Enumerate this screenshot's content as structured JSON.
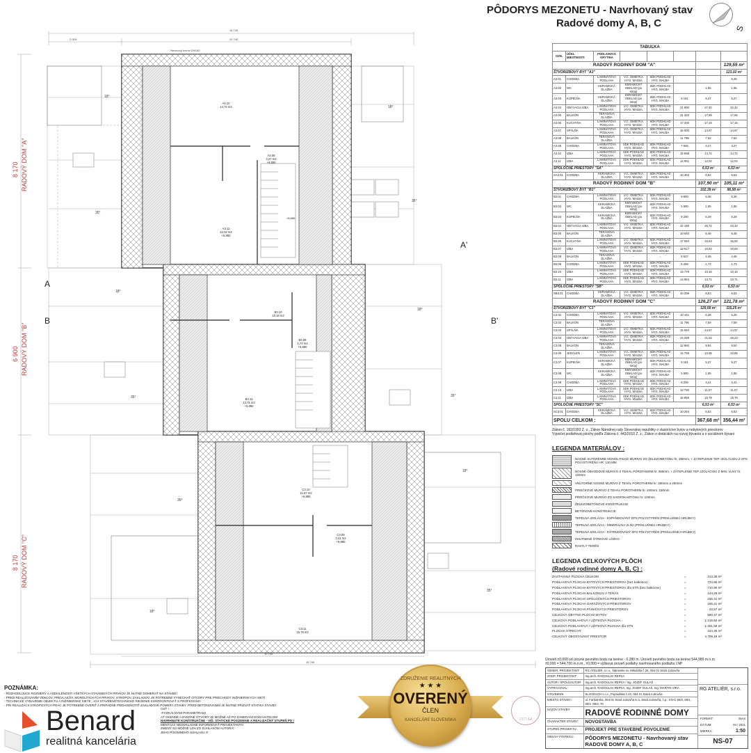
{
  "header": {
    "title_line1": "PÔDORYS MEZONETU - Navrhovaný stav",
    "title_line2": "Radové domy A, B, C",
    "north_label": "S"
  },
  "seal": {
    "top_text": "ZDRUŽENIE REALITNÝCH",
    "main": "OVERENÝ",
    "sub": "ČLEN",
    "bottom_text": "KANCELÁRIÍ SLOVENSKA",
    "stars": "★ ★ ★"
  },
  "plan": {
    "chimney_label": "Nerezový komín DN180",
    "dims": {
      "top_total": "14 740",
      "top_inner": "10 740",
      "top_left": "2 000",
      "bottom_total": "15 740",
      "bottom_inner": "10 740"
    },
    "houses": [
      {
        "dim": "8 170",
        "label": "RADOVÝ DOM \"A\""
      },
      {
        "dim": "6 900",
        "label": "RADOVÝ DOM \"B\""
      },
      {
        "dim": "8 170",
        "label": "RADOVÝ DOM \"C\""
      }
    ],
    "sections": {
      "a": "A",
      "a2": "A'",
      "b": "B",
      "b2": "B'"
    },
    "slopes": {
      "s18": "18°",
      "s35": "35°"
    },
    "rooms": [
      {
        "id": "A3.10",
        "area": "14,72 m2",
        "level": ""
      },
      {
        "id": "A3.09",
        "area": "3,27 m2",
        "level": "+6,880"
      },
      {
        "id": "A3.11",
        "area": "12,02 m2",
        "level": "+6,880"
      },
      {
        "id": "B3.10",
        "area": "10,16 m2",
        "level": ""
      },
      {
        "id": "B3.09",
        "area": "1,73 m2",
        "level": "+6,880"
      },
      {
        "id": "B3.11",
        "area": "13,71 m2",
        "level": "+6,880"
      },
      {
        "id": "C3.10",
        "area": "11,07 m2",
        "level": "+6,880"
      },
      {
        "id": "C3.09",
        "area": "3,41 m2",
        "level": "+6,880"
      },
      {
        "id": "C3.11",
        "area": "15,79 m2",
        "level": ""
      }
    ],
    "stair_level": "+5,900"
  },
  "table": {
    "caption": "TABUĽKA",
    "headers": [
      "OZN.",
      "ÚČEL MIESTNOSTI",
      "PODLAHOVÁ KRYTINA",
      "",
      "",
      "",
      "",
      ""
    ],
    "groups": [
      {
        "house": "RADOVÝ RODINNÝ DOM \"A\"",
        "house_a": "",
        "house_b": "129,55 m²",
        "flat": "ŠTVORIZBOVÝ BYT \"A3\"",
        "flat_a": "",
        "flat_b": "123,02 m²",
        "rows": [
          [
            "A3.01",
            "CHODBA",
            "LAMINÁTOVÁ PODLAHA",
            "V.C. OMIETKA HYG. MAĽBA",
            "SDK PODHĽAD HYG. MAĽBA",
            "",
            "",
            "6,28"
          ],
          [
            "A3.02",
            "WC",
            "KERAMICKÁ DLAŽBA",
            "KERAMICKÝ OBKLAD (po strop)",
            "SDK PODHĽAD HYG. MAĽBA",
            "",
            "1,95",
            "1,95"
          ],
          [
            "A3.03",
            "KÚPEĽŇA",
            "KERAMICKÁ DLAŽBA",
            "KERAMICKÝ OBKLAD (po strop)",
            "SDK PODHĽAD HYG. MAĽBA",
            "9 181",
            "5,27",
            "5,27"
          ],
          [
            "A3.04",
            "OBÝVACIA IZBA",
            "LAMINÁTOVÁ PODLAHA",
            "V.C. OMIETKA HYG. MAĽBA",
            "SDK PODHĽAD HYG. MAĽBA",
            "21 990",
            "27,40",
            "22,42"
          ],
          [
            "A3.05",
            "BALKÓN",
            "TERASOVÁ DLAŽBA",
            "-",
            "-",
            "21 320",
            "17,65",
            "17,65"
          ],
          [
            "A3.06",
            "KUCHYŇA",
            "LAMINÁTOVÁ PODLAHA",
            "V.C. OMIETKA HYG. MAĽBA",
            "SDK PODHĽAD HYG. MAĽBA",
            "17 200",
            "17,15",
            "17,15"
          ],
          [
            "A3.07",
            "SPÁLŇA",
            "LAMINÁTOVÁ PODLAHA",
            "V.C. OMIETKA HYG. MAĽBA",
            "SDK PODHĽAD HYG. MAĽBA",
            "16 000",
            "14,67",
            "14,67"
          ],
          [
            "A3.08",
            "BALKÓN",
            "TERASOVÁ DLAŽBA",
            "-",
            "-",
            "11 798",
            "7,62",
            "7,62"
          ],
          [
            "A3.09",
            "CHODBA",
            "LAMINÁTOVÁ PODLAHA",
            "SDK PODHĽAD HYG. MAĽBA",
            "SDK PODHĽAD HYG. MAĽBA",
            "7 848",
            "3,27",
            "3,27"
          ],
          [
            "A3.10",
            "IZBA",
            "LAMINÁTOVÁ PODLAHA",
            "SDK PODHĽAD HYG. MAĽBA",
            "SDK PODHĽAD HYG. MAĽBA",
            "15 698",
            "14,72",
            "14,72"
          ],
          [
            "A3.11",
            "IZBA",
            "LAMINÁTOVÁ PODLAHA",
            "SDK PODHĽAD HYG. MAĽBA",
            "SDK PODHĽAD HYG. MAĽBA",
            "14 951",
            "12,02",
            "12,02"
          ]
        ],
        "common": "SPOLOČNÉ PRIESTORY \"SA\"",
        "common_a": "6,53 m²",
        "common_b": "6,53 m²",
        "common_row": [
          "SA3.01",
          "CHODBA",
          "KERAMICKÁ DLAŽBA",
          "V.C. OMIETKA HYG. MAĽBA",
          "SDK PODHĽAD HYG. MAĽBA",
          "10 363",
          "6,53",
          "6,53"
        ]
      },
      {
        "house": "RADOVÝ RODINNÝ DOM \"B\"",
        "house_a": "107,90 m²",
        "house_b": "105,11 m²",
        "flat": "ŠTVORIZBOVÝ BYT \"B3\"",
        "flat_a": "102,39 m²",
        "flat_b": "98,58 m²",
        "rows": [
          [
            "B3.01",
            "CHODBA",
            "LAMINÁTOVÁ PODLAHA",
            "V.C. OMIETKA HYG. MAĽBA",
            "SDK PODHĽAD HYG. MAĽBA",
            "9 800",
            "5,36",
            "5,36"
          ],
          [
            "B3.02",
            "WC",
            "KERAMICKÁ DLAŽBA",
            "KERAMICKÝ OBKLAD (po strop)",
            "SDK PODHĽAD HYG. MAĽBA",
            "5 900",
            "1,95",
            "1,95"
          ],
          [
            "B3.03",
            "KÚPEĽŇA",
            "KERAMICKÁ DLAŽBA",
            "KERAMICKÝ OBKLAD (po strop)",
            "SDK PODHĽAD HYG. MAĽBA",
            "9 200",
            "5,29",
            "5,29"
          ],
          [
            "B3.04",
            "OBÝVACIA IZBA",
            "LAMINÁTOVÁ PODLAHA",
            "V.C. OMIETKA HYG. MAĽBA",
            "SDK PODHĽAD HYG. MAĽBA",
            "22 180",
            "26,72",
            "23,10"
          ],
          [
            "B3.05",
            "BALKÓN",
            "TERASOVÁ DLAŽBA",
            "-",
            "-",
            "10 640",
            "6,46",
            "6,46"
          ],
          [
            "B3.06",
            "KUCHYŇA",
            "LAMINÁTOVÁ PODLAHA",
            "V.C. OMIETKA HYG. MAĽBA",
            "SDK PODHĽAD HYG. MAĽBA",
            "17 940",
            "15,53",
            "15,53"
          ],
          [
            "B3.07",
            "IZBA",
            "LAMINÁTOVÁ PODLAHA",
            "V.C. OMIETKA HYG. MAĽBA",
            "SDK PODHĽAD HYG. MAĽBA",
            "13 917",
            "10,83",
            "10,83"
          ],
          [
            "B3.08",
            "BALKÓN",
            "TERASOVÁ DLAŽBA",
            "-",
            "-",
            "8 627",
            "4,46",
            "4,46"
          ],
          [
            "B3.09",
            "CHODBA",
            "LAMINÁTOVÁ PODLAHA",
            "SDK PODHĽAD HYG. MAĽBA",
            "SDK PODHĽAD HYG. MAĽBA",
            "5 269",
            "1,73",
            "1,73"
          ],
          [
            "B3.10",
            "IZBA",
            "LAMINÁTOVÁ PODLAHA",
            "SDK PODHĽAD HYG. MAĽBA",
            "SDK PODHĽAD HYG. MAĽBA",
            "13 779",
            "10,16",
            "10,16"
          ],
          [
            "B3.11",
            "IZBA",
            "LAMINÁTOVÁ PODLAHA",
            "SDK PODHĽAD HYG. MAĽBA",
            "SDK PODHĽAD HYG. MAĽBA",
            "14 964",
            "13,71",
            "13,71"
          ]
        ],
        "common": "SPOLOČNÉ PRIESTORY \"SB\"",
        "common_a": "6,53 m²",
        "common_b": "6,53 m²",
        "common_row": [
          "SB3.01",
          "CHODBA",
          "KERAMICKÁ DLAŽBA",
          "V.C. OMIETKA HYG. MAĽBA",
          "SDK PODHĽAD HYG. MAĽBA",
          "10 259",
          "6,53",
          "6,53"
        ]
      },
      {
        "house": "RADOVÝ RODINNÝ DOM \"C\"",
        "house_a": "126,27 m²",
        "house_b": "121,78 m²",
        "flat": "ŠTVORIZBOVÝ BYT \"C3\"",
        "flat_a": "120,56 m²",
        "flat_b": "115,25 m²",
        "rows": [
          [
            "C3.01",
            "CHODBA",
            "LAMINÁTOVÁ PODLAHA",
            "V.C. OMIETKA HYG. MAĽBA",
            "SDK PODHĽAD HYG. MAĽBA",
            "10 441",
            "6,28",
            "6,28"
          ],
          [
            "C3.02",
            "BALKÓN",
            "TERASOVÁ DLAŽBA",
            "-",
            "-",
            "11 796",
            "7,59",
            "7,59"
          ],
          [
            "C3.03",
            "SPÁLŇA",
            "LAMINÁTOVÁ PODLAHA",
            "V.C. OMIETKA HYG. MAĽBA",
            "SDK PODHĽAD HYG. MAĽBA",
            "15 940",
            "14,57",
            "14,57"
          ],
          [
            "C3.04",
            "OBÝVACIA IZBA",
            "LAMINÁTOVÁ PODLAHA",
            "V.C. OMIETKA HYG. MAĽBA",
            "SDK PODHĽAD HYG. MAĽBA",
            "24 299",
            "31,54",
            "26,23"
          ],
          [
            "C3.05",
            "BALKÓN",
            "TERASOVÁ DLAŽBA",
            "-",
            "-",
            "12 860",
            "9,54",
            "9,54"
          ],
          [
            "C3.06",
            "JEDÁLEŇ",
            "LAMINÁTOVÁ PODLAHA",
            "V.C. OMIETKA HYG. MAĽBA",
            "SDK PODHĽAD HYG. MAĽBA",
            "14 759",
            "13,55",
            "13,55"
          ],
          [
            "C3.07",
            "KÚPEĽŇA",
            "KERAMICKÁ DLAŽBA",
            "KERAMICKÝ OBKLAD (po strop)",
            "SDK PODHĽAD HYG. MAĽBA",
            "9 181",
            "5,27",
            "5,27"
          ],
          [
            "C3.08",
            "WC",
            "KERAMICKÁ DLAŽBA",
            "KERAMICKÝ OBKLAD (po strop)",
            "SDK PODHĽAD HYG. MAĽBA",
            "5 900",
            "1,95",
            "1,95"
          ],
          [
            "C3.09",
            "CHODBA",
            "LAMINÁTOVÁ PODLAHA",
            "SDK PODHĽAD HYG. MAĽBA",
            "SDK PODHĽAD HYG. MAĽBA",
            "8 209",
            "3,41",
            "3,41"
          ],
          [
            "C3.10",
            "IZBA",
            "LAMINÁTOVÁ PODLAHA",
            "SDK PODHĽAD HYG. MAĽBA",
            "SDK PODHĽAD HYG. MAĽBA",
            "13 790",
            "11,07",
            "11,07"
          ],
          [
            "C3.11",
            "IZBA",
            "LAMINÁTOVÁ PODLAHA",
            "SDK PODHĽAD HYG. MAĽBA",
            "SDK PODHĽAD HYG. MAĽBA",
            "16 856",
            "15,79",
            "15,79"
          ]
        ],
        "common": "SPOLOČNÉ PRIESTORY \"SC\"",
        "common_a": "6,53 m²",
        "common_b": "6,53 m²",
        "common_row": [
          "SC3.01",
          "CHODBA",
          "KERAMICKÁ DLAŽBA",
          "V.C. OMIETKA HYG. MAĽBA",
          "SDK PODHĽAD HYG. MAĽBA",
          "10 264",
          "6,53",
          "6,53"
        ]
      }
    ],
    "total_label": "SPOLU CELKOM :",
    "total_a": "367,68 m²",
    "total_b": "356,44 m²"
  },
  "law": [
    "Zákon č. 182/1993 Z. z., Zákon Národnej rady Slovenskej republiky o vlastníctve bytov a nebytových priestorov",
    "Výpočet podlahovej plochy podľa Zákona č. 443/2010 Z. z., Zákon o dotáciách na rozvoj bývania a o sociálnom bývaní"
  ],
  "legend_materials": {
    "title": "LEGENDA MATERIÁLOV :",
    "items": [
      "NOSNÉ SUTERÉNNE MONOLITICKÉ MURIVO ZO ŽELEZOBETÓNU hr. 380mm, + ZATEPLENIE TEP. IZOLÁCIOU Z XPS POLYSTYRÉNU HR. 120 MM",
      "NOSNÉ OBVODOVÉ MURIVO Z TEHÁL POROTHERM hr. 380mm, + ZATEPLENIE TEP. IZOLÁCIOU Z MIN. VLNY hr. 120mm",
      "VNÚTORNÉ NOSNÉ MURIVO Z TEHÁL POROTHERM hr. 380mm a 250mm",
      "PRIEČKOVÉ MURIVO Z TEHÁL POROTHERM hr. 100mm, 150mm",
      "PRIEČKOVÉ MURIVO ZO SADROKARTÓNU hr. 100mm",
      "ŽELEZOBETÓNOVÉ KONŠTRUKCIE",
      "BETÓNOVÉ KONŠTRUKCIE",
      "TEPELNÁ IZOLÁCIA - EXPANDOVANÝ EPS POLYSTYRÉN (PRÍSLUŠNEJ HRÚBKY)",
      "TEPELNÁ IZOLÁCIA - MINERÁLNA VLNA (PRÍSLUŠNEJ HRÚBKY)",
      "TEPELNÁ IZOLÁCIA - EXTRUDOVANÝ XPS POLYSTYRÉN (PRÍSLUŠNEJ HRÚBKY)",
      "ZHUTNENÉ ŠTRKOVÉ LÔŽKO",
      "RASTLÝ TERÉN"
    ]
  },
  "legend_areas": {
    "title": "LEGENDA CELKOVÝCH PLÔCH",
    "subtitle": "(Radové rodinné domy A, B, C) :",
    "items": [
      [
        "ZASTAVANÁ PLOCHA CELKOM",
        "313,38 m²"
      ],
      [
        "PODLAHOVÁ PLOCHA BYTOVÝCH PRIESTOROV (bez balkónov)",
        "724,86 m²"
      ],
      [
        "PODLAHOVÁ PLOCHA BYTOVÝCH PRIESTOROV dľa STN (bez balkónov)",
        "710,95 m²"
      ],
      [
        "PODLAHOVÁ PLOCHA BALKÓNOV A TERÁS",
        "144,25 m²"
      ],
      [
        "PODLAHOVÁ PLOCHA SPOLOČNÝCH PRIESTOROV",
        "156,41 m²"
      ],
      [
        "PODLAHOVÁ PLOCHA GARÁŽOVÝCH PRIESTOROV",
        "166,41 m²"
      ],
      [
        "PODLAHOVÁ PLOCHA PIVNIČNÝCH PRIESTOROV",
        "23,57 m²"
      ],
      [
        "CELKOVÁ OBYTNÁ PLOCHA BYTOV",
        "560,47 m²"
      ],
      [
        "CELKOVÁ PODLAHOVÁ / ÚŽITKOVÁ PLOCHA",
        "1 215,50 m²"
      ],
      [
        "CELKOVÁ PODLAHOVÁ / ÚŽITKOVÁ PLOCHA dľa STN",
        "1 201,59 m²"
      ],
      [
        "PLOCHA STRECHY",
        "414,30 m²"
      ],
      [
        "CELKOVÝ OBOSTAVANÝ PRIESTOR",
        "4 709,19 m³"
      ]
    ]
  },
  "levels": [
    "Úroveň ±0,000 od úrovne pevného bodu na teréne - 0.280 m. Úroveň pevného bodu na teréne 544,980 m.n.m.",
    "±0,000 = 544,700 m.n.m., ±0,000 = výšková úroveň podlahy navrhovaného podlažia I.NP"
  ],
  "title_block": {
    "rows": [
      [
        "GENER. PROJEKTANT:",
        "RG ATELIÉR, s.r.o., Námestie sv. Mikuláša č.26, 064 01 Stará Ľubovňa"
      ],
      [
        "ZODP. PROJEKTANT:",
        "Ing.arch. RADOSLAV REPKA"
      ],
      [
        "AUTOR / SPOLUAUTOR:",
        "Ing.arch. RADOSLAV REPKA / Ing. JOZEF GULAŠ"
      ],
      [
        "VYPRACOVAL:",
        "Ing.arch. RADOSLAV REPKA, Ing. JOZEF GULAŠ, Ing. MARTIN VIRA"
      ],
      [
        "STAVEBNÍK:",
        "SLOVDACH s.r.o., Popradská č.23, 064 01 Stará Ľubovňa"
      ],
      [
        "MIESTO STAVBY:",
        "ul. Farbiarska, 064 01 Stará Ľubovňa  K.ú. Stará Ľubovňa, č.p.: KN-C 68/3, 69/1, 69/2, 69/3, 70"
      ]
    ],
    "name_label": "NÁZOV STAVBY:",
    "name": "RADOVÉ RODINNÉ DOMY",
    "char_label": "CHARAKTER STAVBY:",
    "char": "NOVOSTAVBA",
    "stage_label": "STUPEŇ PROJEKTU:",
    "stage": "PROJEKT PRE STAVEBNÉ POVOLENIE",
    "content_label": "OBSAH VÝKRESU:",
    "content1": "PÔDORYS MEZONETU - Navrhovaný stav",
    "content2": "RADOVÉ DOMY  A, B, C",
    "company": "RG ATELIÉR, s.r.o.",
    "format_label": "FORMÁT:",
    "format": "8xA4",
    "date_label": "DÁTUM:",
    "date": "04 / 2021",
    "scale_label": "MIERKA:",
    "scale": "1:50",
    "drawing_no": "NS-07",
    "stamp_text": "1377 AA"
  },
  "notes": {
    "title": "POZNÁMKA:",
    "lines": [
      "- ROZHODUJÚCE ROZMERY A VZDIALENOSTI VŠETKÝCH STAVEBNÝCH PRVKOV JE NUTNÉ DOMERAŤ NA STAVBE!",
      "- PRED REALIZOVANÍM VENCOV, PREVLAKOV, MONOLITICKÝCH PRVKOV, STROPOV, ZÁKLADOV, JE POTREBNÉ VYNECHAŤ OTVORY PRE PRIECHODY INŽINIERSKYCH SIETÍ",
      "- TECHNICKÉ VYBAVENIE OBJEKTU A INŽINIERSKE SIETE , ICH STAVEBNOTECHNICKÉ RIEŠENIE KONFRONTOVAŤ S PROFESIAMI !",
      "- PRI REALIZÁCII VÝKOPOVÝCH PRÁC JE POTREBNÉ OVERIŤ A PRÍPADNE PREHODNOTIŤ ZÁKLADOVÉ POMERY STAVBY ,PRED BETÓNOVANÍM JE NUTNÉ PRIZVAŤ STATIKA STAVBY",
      "OSŤ !",
      "-FYZIKÁLNYMI PARAMETRAMI",
      "AŤ OKENNÉ A DVERNÉ OTVORY JE MOŽNÉ AŽ PO ZAMERANÍ DODÁVATEĽOM",
      "NAVRHNUTÉ KONŠTRUKČNE - VIĎ. STATICKÉ POSÚDENIE A REALIZAČNÝ STUPEŇ PD !",
      "MENTÁCII NEODKLADNE INFORMOVAŤ PROJEKTANTA!",
      "ZMENY SÚ MOŽNÉ LEN ZO SÚHLASOM AUTORA!",
      "JEHO PÍSOMNÉHO SÚHLASU !!!"
    ]
  },
  "logo": {
    "name": "Benard",
    "tagline": "realitná kancelária"
  }
}
